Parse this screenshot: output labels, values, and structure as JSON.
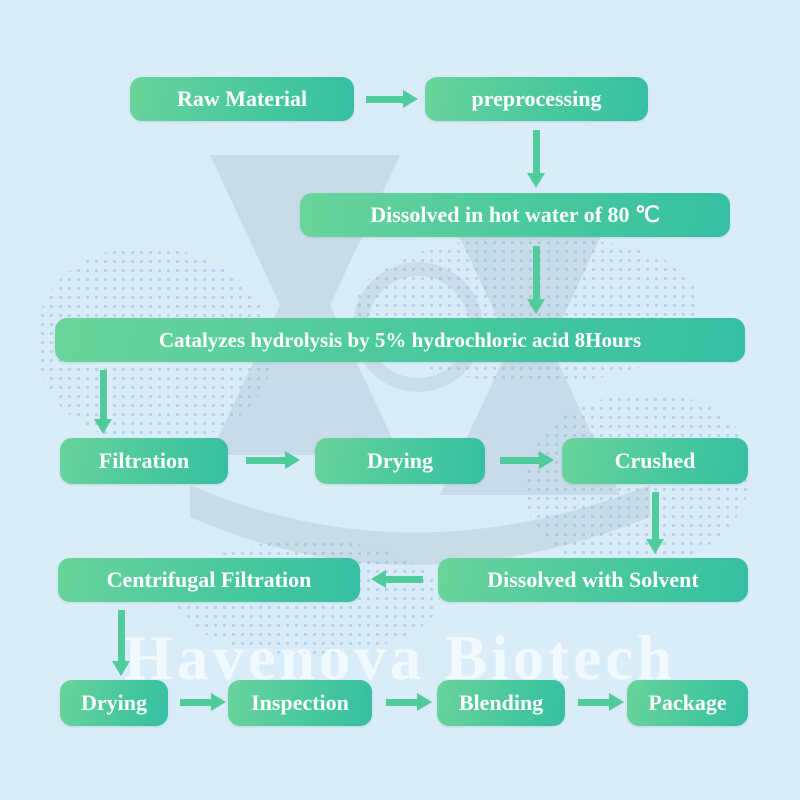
{
  "watermark": {
    "company": "Havenova Biotech"
  },
  "colors": {
    "background": "#d9ecf7",
    "box_gradient_start": "#6ad49b",
    "box_gradient_end": "#35bfa2",
    "arrow": "#4fcb9c",
    "box_text": "#ffffff"
  },
  "flow": {
    "raw_material": "Raw Material",
    "preprocessing": "preprocessing",
    "dissolved_hot_water": "Dissolved in hot water of 80 ℃",
    "catalyzes": "Catalyzes hydrolysis by 5% hydrochloric acid 8Hours",
    "filtration": "Filtration",
    "drying_1": "Drying",
    "crushed": "Crushed",
    "dissolved_with_solvent": "Dissolved with Solvent",
    "centrifugal_filtration": "Centrifugal Filtration",
    "drying_2": "Drying",
    "inspection": "Inspection",
    "blending": "Blending",
    "package": "Package"
  }
}
